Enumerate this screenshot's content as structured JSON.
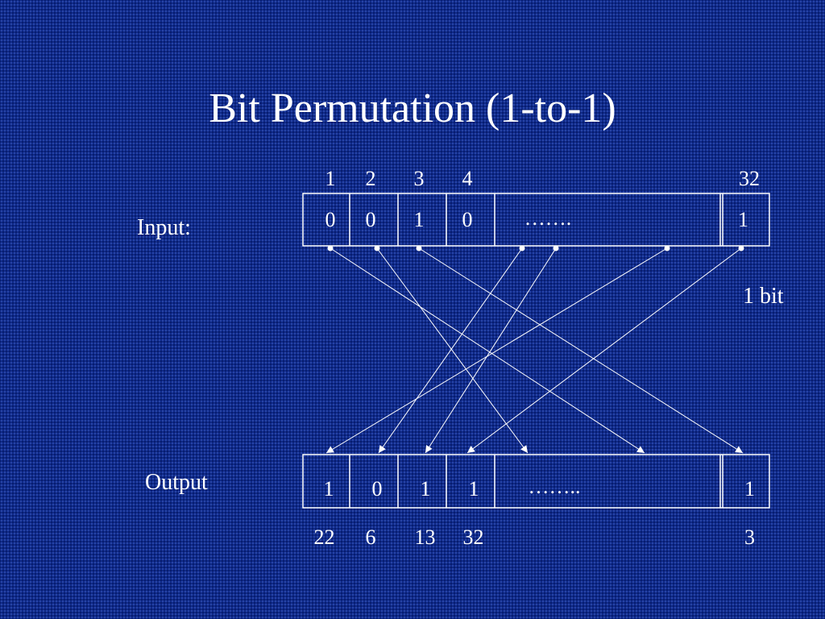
{
  "title": "Bit Permutation (1-to-1)",
  "input": {
    "label": "Input:",
    "positions": [
      "1",
      "2",
      "3",
      "4",
      "32"
    ],
    "bits": [
      "0",
      "0",
      "1",
      "0",
      "1"
    ],
    "ellipsis": "……."
  },
  "output": {
    "label": "Output",
    "bits": [
      "1",
      "0",
      "1",
      "1",
      "1"
    ],
    "ellipsis": "……..",
    "sources": [
      "22",
      "6",
      "13",
      "32",
      "3"
    ]
  },
  "bit_label": "1 bit",
  "colors": {
    "background": "#0f2a8a",
    "foreground": "#ffffff"
  }
}
